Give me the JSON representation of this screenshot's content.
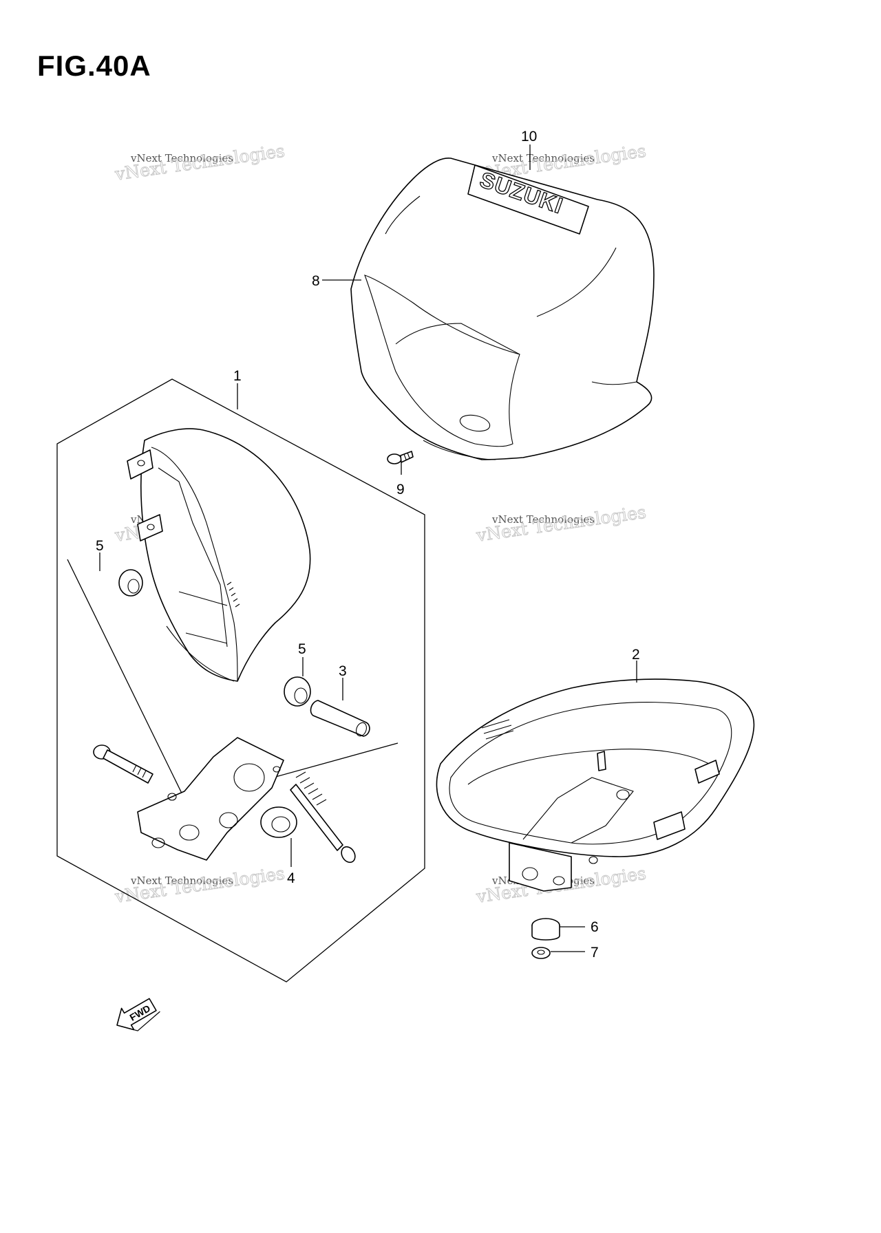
{
  "figure": {
    "title": "FIG.40A"
  },
  "callouts": [
    "1",
    "2",
    "3",
    "4",
    "5",
    "5",
    "6",
    "7",
    "8",
    "9",
    "10"
  ],
  "logo_text": "SUZUKI",
  "fwd_label": "FWD",
  "watermark": {
    "line1": "vNext Technologies",
    "line2": "vNext Technologies"
  }
}
